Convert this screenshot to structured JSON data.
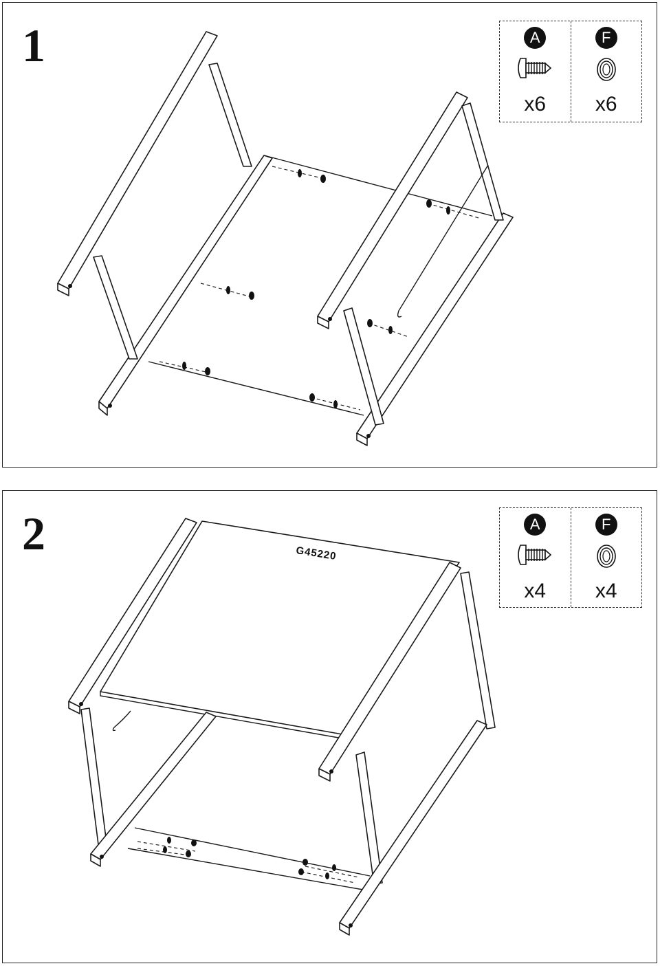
{
  "steps": [
    {
      "number": "1",
      "hardware": [
        {
          "letter": "A",
          "icon": "screw-icon",
          "qty": "x6"
        },
        {
          "letter": "F",
          "icon": "washer-icon",
          "qty": "x6"
        }
      ]
    },
    {
      "number": "2",
      "model_code": "G45220",
      "hardware": [
        {
          "letter": "A",
          "icon": "screw-icon",
          "qty": "x4"
        },
        {
          "letter": "F",
          "icon": "washer-icon",
          "qty": "x4"
        }
      ]
    }
  ]
}
